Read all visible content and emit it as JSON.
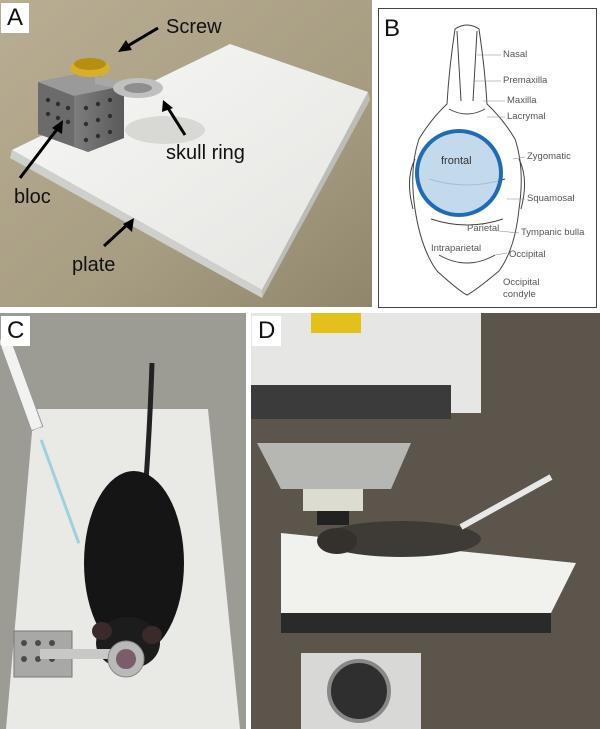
{
  "panels": {
    "a": {
      "letter": "A",
      "labels": {
        "screw": "Screw",
        "skull_ring": "skull ring",
        "bloc": "bloc",
        "plate": "plate"
      }
    },
    "b": {
      "letter": "B",
      "highlight_color": "#1f6bb8",
      "labels": {
        "nasal": "Nasal",
        "premaxilla": "Premaxilla",
        "maxilla": "Maxilla",
        "lacrymal": "Lacrymal",
        "zygomatic": "Zygomatic",
        "frontal": "frontal",
        "squamosal": "Squamosal",
        "parietal": "Parietal",
        "tympanic_bulla": "Tympanic bulla",
        "intraparietal": "Intraparietal",
        "occipital": "Occipital",
        "occipital_condyle_1": "Occipital",
        "occipital_condyle_2": "condyle"
      }
    },
    "c": {
      "letter": "C"
    },
    "d": {
      "letter": "D"
    }
  }
}
